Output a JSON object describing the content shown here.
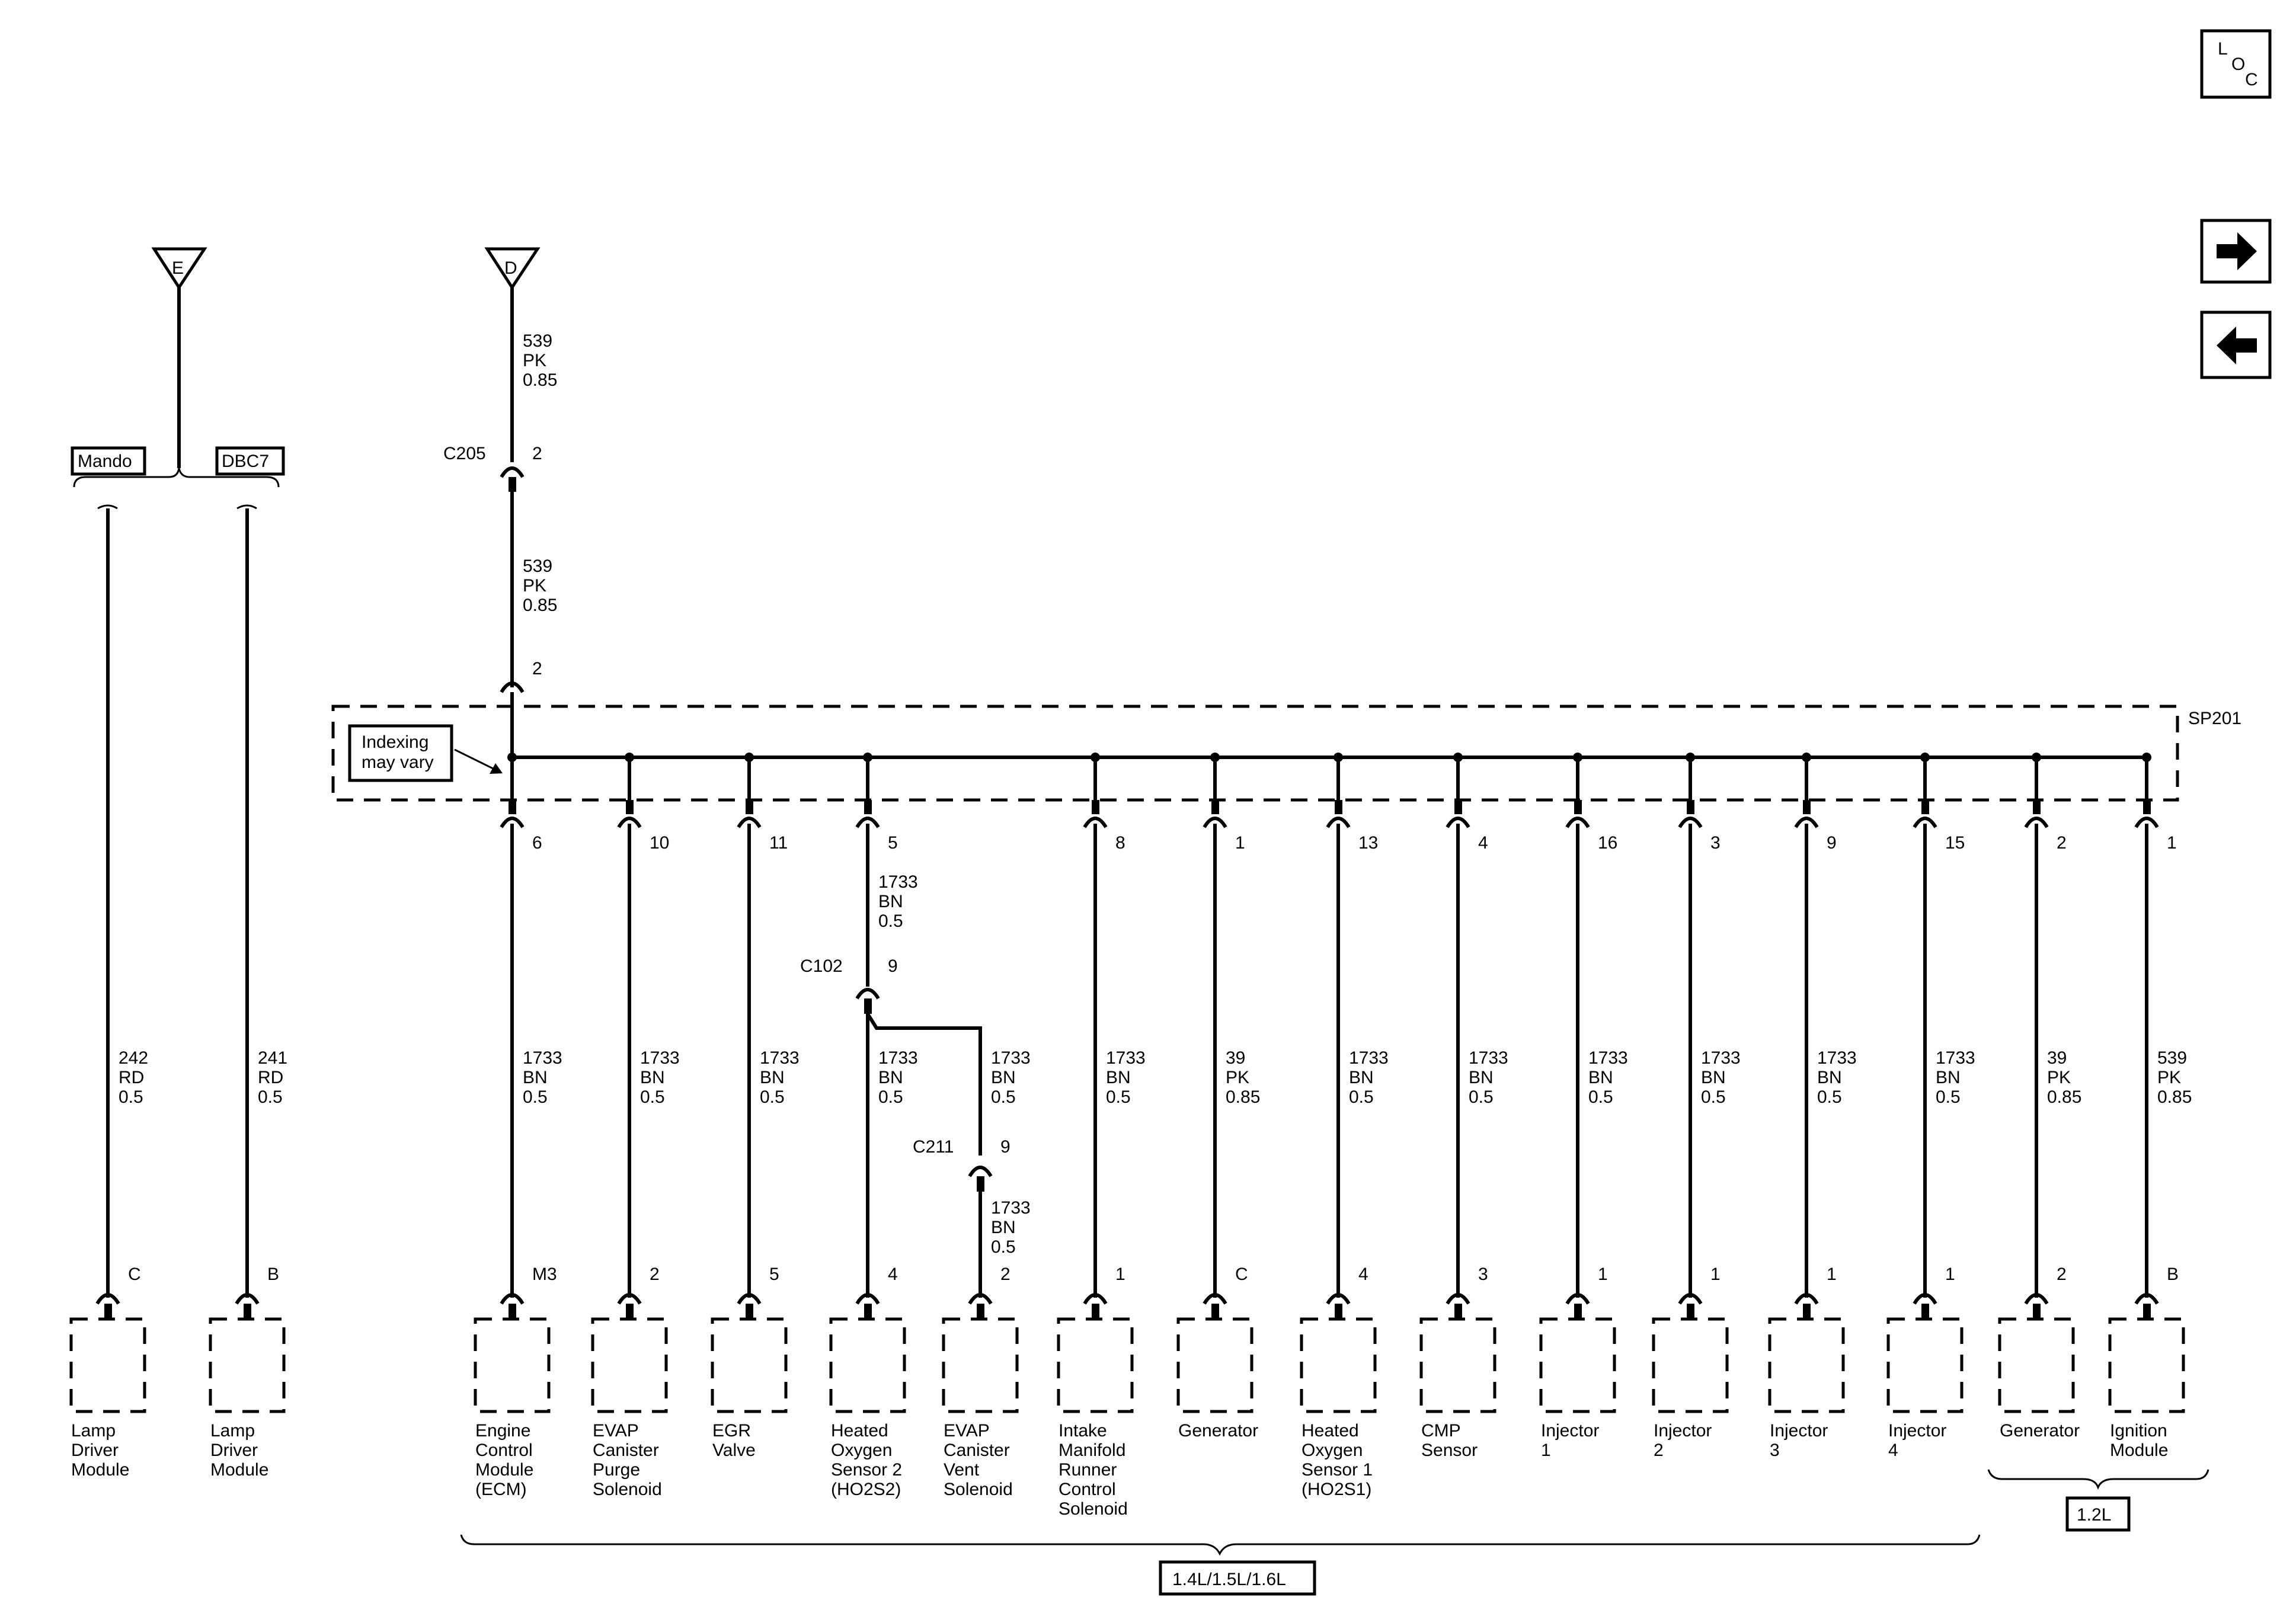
{
  "nav": {
    "loc_letters": [
      "L",
      "O",
      "C"
    ],
    "next_icon": "arrow-right-icon",
    "prev_icon": "arrow-left-icon"
  },
  "sources": {
    "E": {
      "label": "E",
      "options": [
        {
          "label": "Mando",
          "pin": "C",
          "wire": [
            "242",
            "RD",
            "0.5"
          ],
          "component": [
            "Lamp",
            "Driver",
            "Module"
          ]
        },
        {
          "label": "DBC7",
          "pin": "B",
          "wire": [
            "241",
            "RD",
            "0.5"
          ],
          "component": [
            "Lamp",
            "Driver",
            "Module"
          ]
        }
      ]
    },
    "D": {
      "label": "D",
      "wire1": [
        "539",
        "PK",
        "0.85"
      ],
      "connector": "C205",
      "connector_pin": "2",
      "wire2": [
        "539",
        "PK",
        "0.85"
      ],
      "splice_in_pin": "2"
    }
  },
  "splice": {
    "id": "SP201",
    "note": [
      "Indexing",
      "may vary"
    ]
  },
  "branches": [
    {
      "splice_pin": "6",
      "wire": [
        "1733",
        "BN",
        "0.5"
      ],
      "comp_pin": "M3",
      "component": [
        "Engine",
        "Control",
        "Module",
        "(ECM)"
      ]
    },
    {
      "splice_pin": "10",
      "wire": [
        "1733",
        "BN",
        "0.5"
      ],
      "comp_pin": "2",
      "component": [
        "EVAP",
        "Canister",
        "Purge",
        "Solenoid"
      ]
    },
    {
      "splice_pin": "11",
      "wire": [
        "1733",
        "BN",
        "0.5"
      ],
      "comp_pin": "5",
      "component": [
        "EGR",
        "Valve"
      ]
    },
    {
      "splice_pin": "5",
      "wire_top": [
        "1733",
        "BN",
        "0.5"
      ],
      "inline": {
        "id": "C102",
        "pin": "9"
      },
      "wire": [
        "1733",
        "BN",
        "0.5"
      ],
      "comp_pin": "4",
      "component": [
        "Heated",
        "Oxygen",
        "Sensor 2",
        "(HO2S2)"
      ]
    },
    {
      "sub": true,
      "wire": [
        "1733",
        "BN",
        "0.5"
      ],
      "inline": {
        "id": "C211",
        "pin": "9"
      },
      "wire_bottom": [
        "1733",
        "BN",
        "0.5"
      ],
      "comp_pin": "2",
      "component": [
        "EVAP",
        "Canister",
        "Vent",
        "Solenoid"
      ]
    },
    {
      "splice_pin": "8",
      "wire": [
        "1733",
        "BN",
        "0.5"
      ],
      "comp_pin": "1",
      "component": [
        "Intake",
        "Manifold",
        "Runner",
        "Control",
        "Solenoid"
      ]
    },
    {
      "splice_pin": "1",
      "wire": [
        "39",
        "PK",
        "0.85"
      ],
      "comp_pin": "C",
      "component": [
        "Generator"
      ]
    },
    {
      "splice_pin": "13",
      "wire": [
        "1733",
        "BN",
        "0.5"
      ],
      "comp_pin": "4",
      "component": [
        "Heated",
        "Oxygen",
        "Sensor 1",
        "(HO2S1)"
      ]
    },
    {
      "splice_pin": "4",
      "wire": [
        "1733",
        "BN",
        "0.5"
      ],
      "comp_pin": "3",
      "component": [
        "CMP",
        "Sensor"
      ]
    },
    {
      "splice_pin": "16",
      "wire": [
        "1733",
        "BN",
        "0.5"
      ],
      "comp_pin": "1",
      "component": [
        "Injector",
        "1"
      ]
    },
    {
      "splice_pin": "3",
      "wire": [
        "1733",
        "BN",
        "0.5"
      ],
      "comp_pin": "1",
      "component": [
        "Injector",
        "2"
      ]
    },
    {
      "splice_pin": "9",
      "wire": [
        "1733",
        "BN",
        "0.5"
      ],
      "comp_pin": "1",
      "component": [
        "Injector",
        "3"
      ]
    },
    {
      "splice_pin": "15",
      "wire": [
        "1733",
        "BN",
        "0.5"
      ],
      "comp_pin": "1",
      "component": [
        "Injector",
        "4"
      ]
    },
    {
      "splice_pin": "2",
      "wire": [
        "39",
        "PK",
        "0.85"
      ],
      "comp_pin": "2",
      "component": [
        "Generator"
      ]
    },
    {
      "splice_pin": "1",
      "wire": [
        "539",
        "PK",
        "0.85"
      ],
      "comp_pin": "B",
      "component": [
        "Ignition",
        "Module"
      ]
    }
  ],
  "groups": [
    {
      "label": "1.4L/1.5L/1.6L"
    },
    {
      "label": "1.2L"
    }
  ]
}
